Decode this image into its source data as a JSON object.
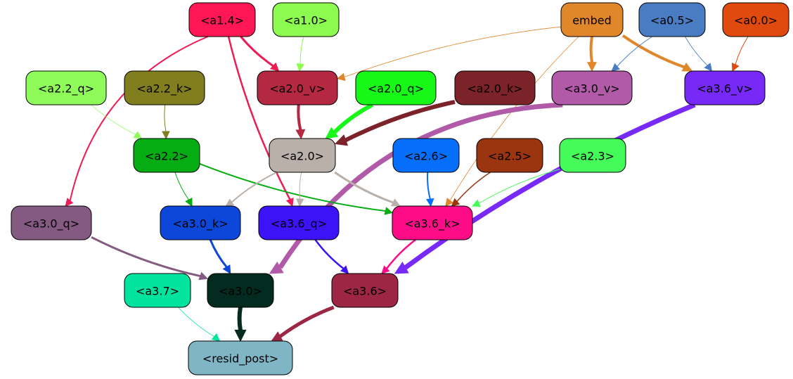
{
  "nodes": [
    {
      "id": "a1_4",
      "label": "<a1.4>",
      "fill": "#ff1655",
      "text": "#000000"
    },
    {
      "id": "a1_0",
      "label": "<a1.0>",
      "fill": "#8cfa4e",
      "text": "#000000"
    },
    {
      "id": "embed",
      "label": "embed",
      "fill": "#e0862b",
      "text": "#000000"
    },
    {
      "id": "a0_5",
      "label": "<a0.5>",
      "fill": "#4a7cc4",
      "text": "#000000"
    },
    {
      "id": "a0_0",
      "label": "<a0.0>",
      "fill": "#e04a0e",
      "text": "#000000"
    },
    {
      "id": "a2_2_q",
      "label": "<a2.2_q>",
      "fill": "#8ffb5a",
      "text": "#000000"
    },
    {
      "id": "a2_2_k",
      "label": "<a2.2_k>",
      "fill": "#807e1f",
      "text": "#000000"
    },
    {
      "id": "a2_0_v",
      "label": "<a2.0_v>",
      "fill": "#b42841",
      "text": "#000000"
    },
    {
      "id": "a2_0_q",
      "label": "<a2.0_q>",
      "fill": "#17f718",
      "text": "#000000"
    },
    {
      "id": "a2_0_k",
      "label": "<a2.0_k>",
      "fill": "#7b2328",
      "text": "#000000"
    },
    {
      "id": "a3_0_v",
      "label": "<a3.0_v>",
      "fill": "#b05aa8",
      "text": "#000000"
    },
    {
      "id": "a3_6_v",
      "label": "<a3.6_v>",
      "fill": "#7729f8",
      "text": "#000000"
    },
    {
      "id": "a2_2",
      "label": "<a2.2>",
      "fill": "#05ac13",
      "text": "#000000"
    },
    {
      "id": "a2_0",
      "label": "<a2.0>",
      "fill": "#bab0aa",
      "text": "#000000"
    },
    {
      "id": "a2_6",
      "label": "<a2.6>",
      "fill": "#056ffc",
      "text": "#000000"
    },
    {
      "id": "a2_5",
      "label": "<a2.5>",
      "fill": "#9b3510",
      "text": "#000000"
    },
    {
      "id": "a2_3",
      "label": "<a2.3>",
      "fill": "#45fb59",
      "text": "#000000"
    },
    {
      "id": "a3_0_q",
      "label": "<a3.0_q>",
      "fill": "#855a82",
      "text": "#000000"
    },
    {
      "id": "a3_0_k",
      "label": "<a3.0_k>",
      "fill": "#0d47d9",
      "text": "#000000"
    },
    {
      "id": "a3_6_q",
      "label": "<a3.6_q>",
      "fill": "#3c12f7",
      "text": "#000000"
    },
    {
      "id": "a3_6_k",
      "label": "<a3.6_k>",
      "fill": "#fe0c88",
      "text": "#000000"
    },
    {
      "id": "a3_7",
      "label": "<a3.7>",
      "fill": "#01e39e",
      "text": "#000000"
    },
    {
      "id": "a3_0",
      "label": "<a3.0>",
      "fill": "#042b1f",
      "text": "#000000"
    },
    {
      "id": "a3_6",
      "label": "<a3.6>",
      "fill": "#9c2644",
      "text": "#000000"
    },
    {
      "id": "resid_post",
      "label": "<resid_post>",
      "fill": "#7fb5c4",
      "text": "#000000"
    }
  ],
  "edges": [
    {
      "from": "a1_4",
      "to": "a2_0_v",
      "color": "#ed1c55",
      "weight": 3
    },
    {
      "from": "a1_4",
      "to": "a3_6_q",
      "color": "#ed1c55",
      "weight": 2.5
    },
    {
      "from": "a1_4",
      "to": "a3_0_q",
      "color": "#ed1c55",
      "weight": 2
    },
    {
      "from": "a1_0",
      "to": "a2_0_v",
      "color": "#8cfa4e",
      "weight": 1
    },
    {
      "from": "embed",
      "to": "a2_0_v",
      "color": "#e0862b",
      "weight": 0.8
    },
    {
      "from": "embed",
      "to": "a3_0_v",
      "color": "#e0862b",
      "weight": 4
    },
    {
      "from": "embed",
      "to": "a3_6_v",
      "color": "#e0862b",
      "weight": 4
    },
    {
      "from": "embed",
      "to": "a3_6_k",
      "color": "#e0862b",
      "weight": 0.8
    },
    {
      "from": "a0_5",
      "to": "a3_0_v",
      "color": "#4a7cc4",
      "weight": 1
    },
    {
      "from": "a0_5",
      "to": "a3_6_v",
      "color": "#4a7cc4",
      "weight": 0.8
    },
    {
      "from": "a0_0",
      "to": "a3_6_v",
      "color": "#e04a0e",
      "weight": 1
    },
    {
      "from": "a2_2_q",
      "to": "a2_2",
      "color": "#8ffb5a",
      "weight": 0.8
    },
    {
      "from": "a2_2_k",
      "to": "a2_2",
      "color": "#807e1f",
      "weight": 1
    },
    {
      "from": "a2_0_v",
      "to": "a2_0",
      "color": "#b42841",
      "weight": 4
    },
    {
      "from": "a2_0_q",
      "to": "a2_0",
      "color": "#17f718",
      "weight": 6
    },
    {
      "from": "a2_0_k",
      "to": "a2_0",
      "color": "#7b2328",
      "weight": 6
    },
    {
      "from": "a3_0_v",
      "to": "a3_0",
      "color": "#b05aa8",
      "weight": 7
    },
    {
      "from": "a3_6_v",
      "to": "a3_6",
      "color": "#7729f8",
      "weight": 7
    },
    {
      "from": "a2_2",
      "to": "a3_0_k",
      "color": "#05ac13",
      "weight": 1
    },
    {
      "from": "a2_2",
      "to": "a3_6_k",
      "color": "#05ac13",
      "weight": 2
    },
    {
      "from": "a2_0",
      "to": "a3_0_k",
      "color": "#bab0aa",
      "weight": 2
    },
    {
      "from": "a2_0",
      "to": "a3_6_q",
      "color": "#bab0aa",
      "weight": 1
    },
    {
      "from": "a2_0",
      "to": "a3_6_k",
      "color": "#bab0aa",
      "weight": 3
    },
    {
      "from": "a2_6",
      "to": "a3_6_k",
      "color": "#056ffc",
      "weight": 2
    },
    {
      "from": "a2_5",
      "to": "a3_6_k",
      "color": "#9b3510",
      "weight": 1.5
    },
    {
      "from": "a2_3",
      "to": "a3_6_k",
      "color": "#45fb59",
      "weight": 1
    },
    {
      "from": "a3_0_q",
      "to": "a3_0",
      "color": "#855a82",
      "weight": 3
    },
    {
      "from": "a3_0_k",
      "to": "a3_0",
      "color": "#0d47d9",
      "weight": 3
    },
    {
      "from": "a3_6_q",
      "to": "a3_6",
      "color": "#3c12f7",
      "weight": 2.5
    },
    {
      "from": "a3_6_k",
      "to": "a3_6",
      "color": "#fe0c88",
      "weight": 2.5
    },
    {
      "from": "a3_7",
      "to": "resid_post",
      "color": "#01e39e",
      "weight": 0.8
    },
    {
      "from": "a3_0",
      "to": "resid_post",
      "color": "#042b1f",
      "weight": 6
    },
    {
      "from": "a3_6",
      "to": "resid_post",
      "color": "#9c2644",
      "weight": 5
    }
  ]
}
